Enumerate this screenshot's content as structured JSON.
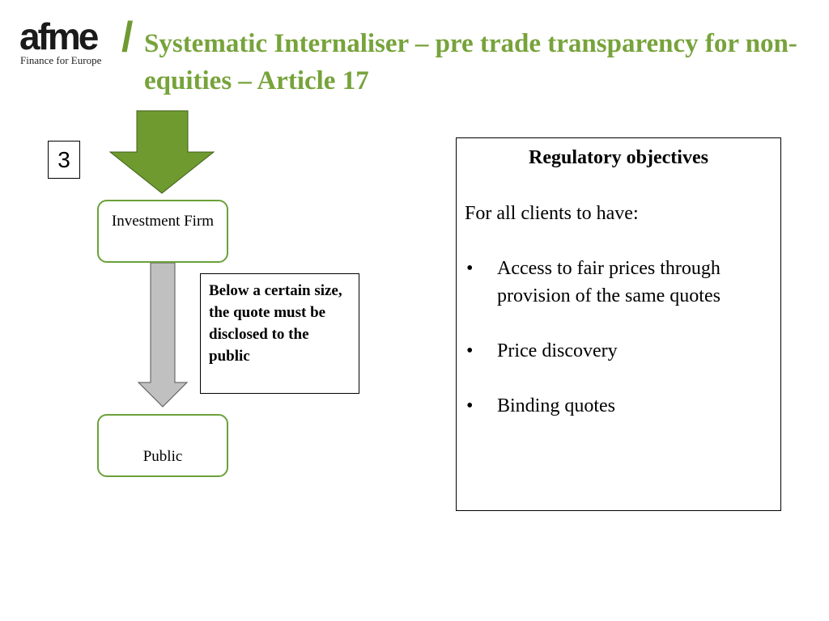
{
  "logo": {
    "wordmark": "afme",
    "slash": "/",
    "tagline": "Finance for Europe"
  },
  "title": "Systematic Internaliser – pre trade transparency for non-equities – Article 17",
  "step_number": "3",
  "flow": {
    "top_node": "Investment Firm",
    "bottom_node": "Public",
    "note": "Below a certain size, the quote must be disclosed to the public"
  },
  "objectives": {
    "heading": "Regulatory objectives",
    "intro": "For all clients to have:",
    "items": [
      {
        "bullet": "•",
        "text": "Access to fair prices through provision of the same quotes"
      },
      {
        "bullet": "•",
        "text": "Price discovery"
      },
      {
        "bullet": "•",
        "text": "Binding quotes"
      }
    ]
  },
  "colors": {
    "accent_green": "#77a33b",
    "arrow_green": "#6f9a2f",
    "arrow_grey": "#c0c0c0",
    "node_border": "#6aa13a"
  }
}
